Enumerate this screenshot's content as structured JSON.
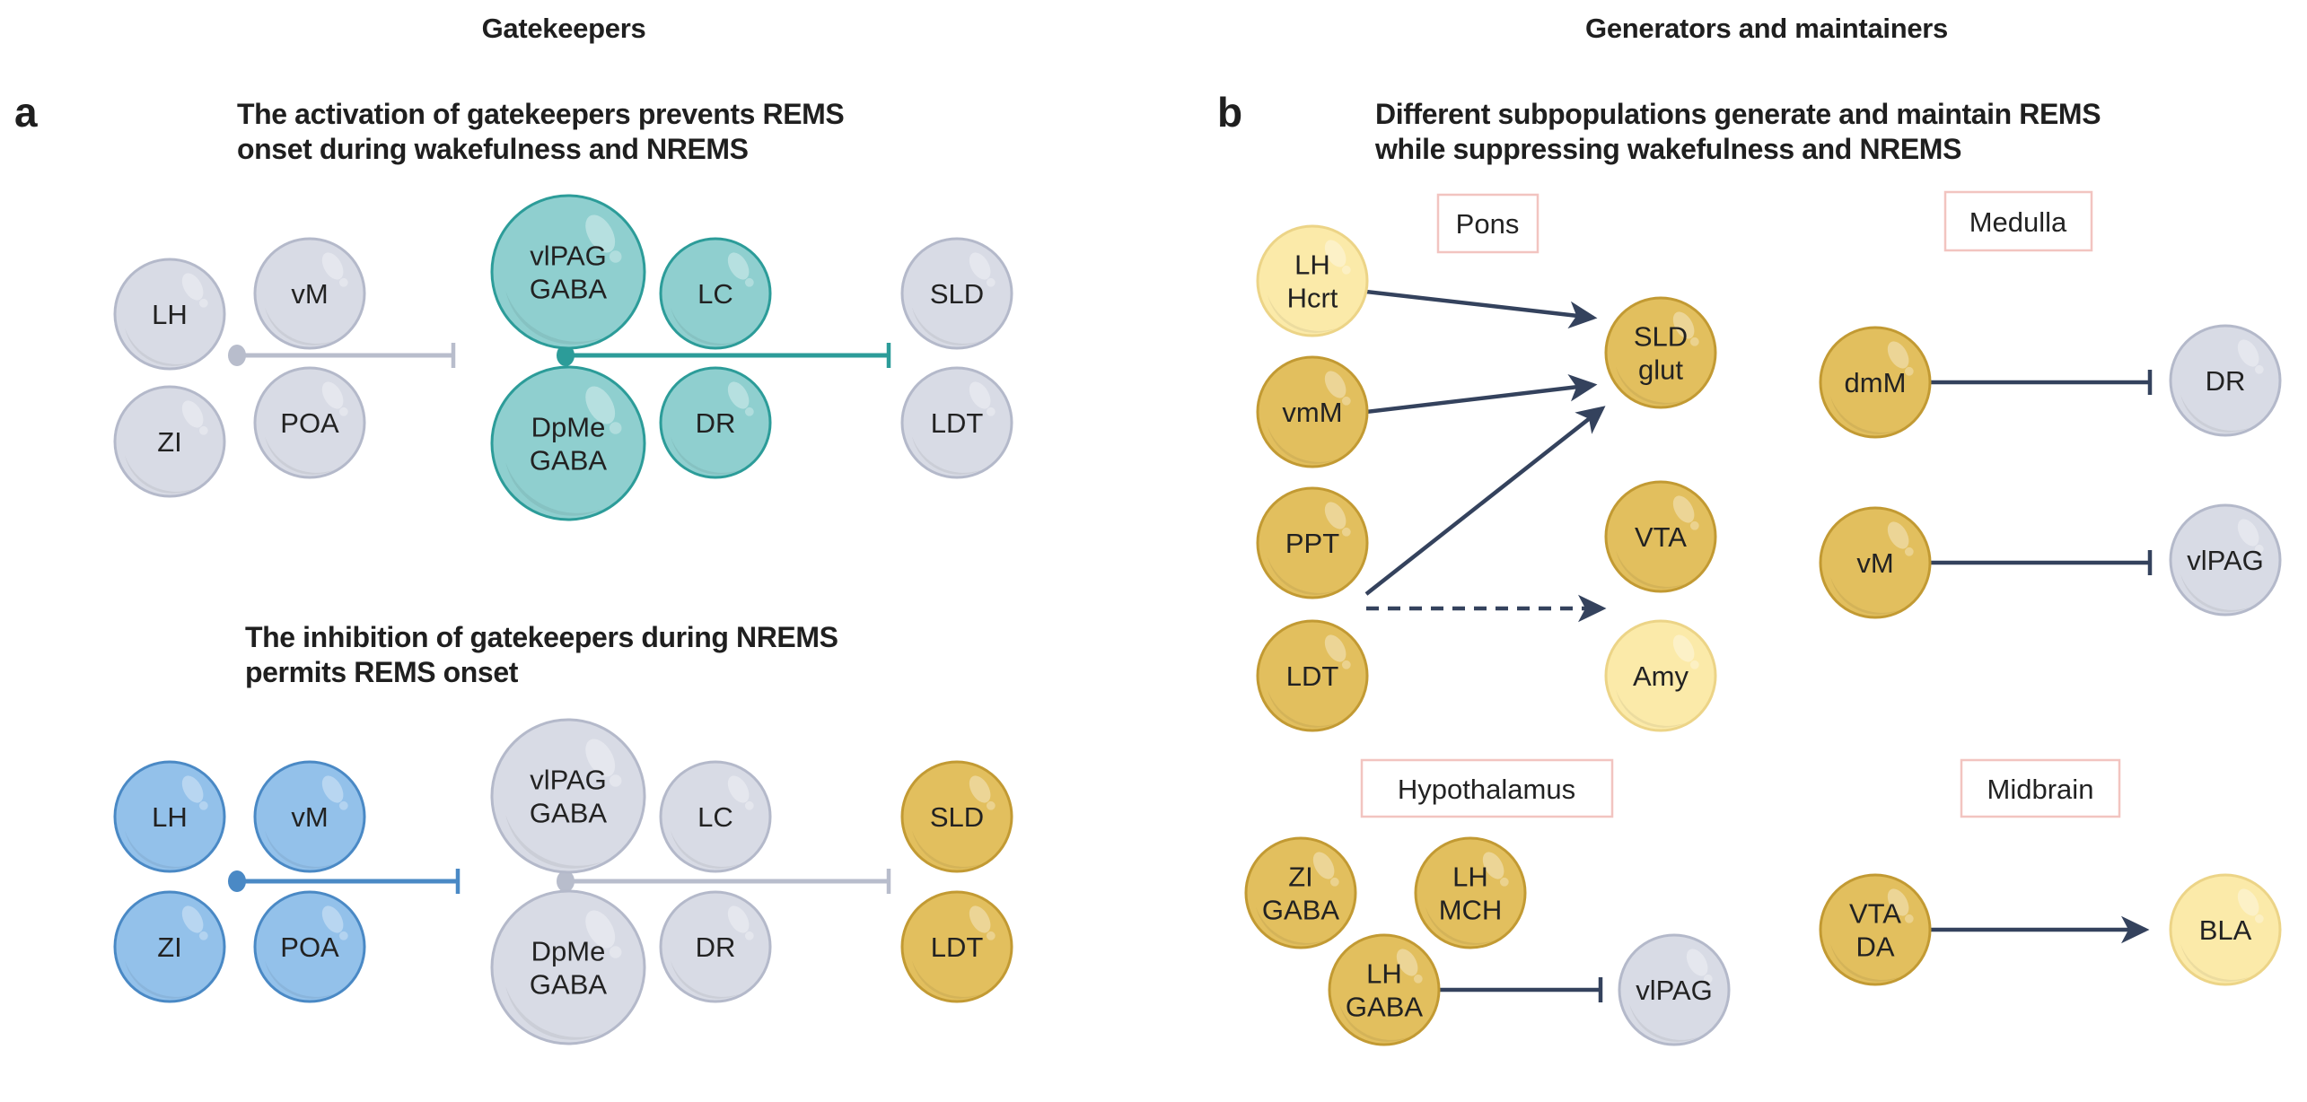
{
  "headers": {
    "left": "Gatekeepers",
    "right": "Generators and maintainers"
  },
  "panel_a": {
    "letter": "a",
    "title_top": [
      "The activation of gatekeepers prevents REMS",
      "onset during wakefulness and NREMS"
    ],
    "title_bottom": [
      "The inhibition of gatekeepers during NREMS",
      "permits REMS onset"
    ]
  },
  "panel_b": {
    "letter": "b",
    "title": [
      "Different subpopulations generate and maintain REMS",
      "while suppressing wakefulness and NREMS"
    ],
    "regions": [
      "Pons",
      "Medulla",
      "Hypothalamus",
      "Midbrain"
    ]
  },
  "colors": {
    "grey": {
      "fill": "#d8dbe5",
      "stroke": "#b4b9ca"
    },
    "teal": {
      "fill": "#8fcfcf",
      "stroke": "#2c9c99"
    },
    "blue": {
      "fill": "#93c1ea",
      "stroke": "#4a89c5"
    },
    "gold": {
      "fill": "#e2bf5e",
      "stroke": "#c29a33"
    },
    "light_yellow": {
      "fill": "#fbeaa9",
      "stroke": "#ecd487"
    },
    "line_dark": "#34425d",
    "region_box": "#f2c4c0"
  },
  "nodes": [
    {
      "id": "a1-LH",
      "label": [
        "LH"
      ],
      "color": "grey"
    },
    {
      "id": "a1-vM",
      "label": [
        "vM"
      ],
      "color": "grey"
    },
    {
      "id": "a1-ZI",
      "label": [
        "ZI"
      ],
      "color": "grey"
    },
    {
      "id": "a1-POA",
      "label": [
        "POA"
      ],
      "color": "grey"
    },
    {
      "id": "a1-vlPAG",
      "label": [
        "vlPAG",
        "GABA"
      ],
      "color": "teal"
    },
    {
      "id": "a1-DpMe",
      "label": [
        "DpMe",
        "GABA"
      ],
      "color": "teal"
    },
    {
      "id": "a1-LC",
      "label": [
        "LC"
      ],
      "color": "teal"
    },
    {
      "id": "a1-DR",
      "label": [
        "DR"
      ],
      "color": "teal"
    },
    {
      "id": "a1-SLD",
      "label": [
        "SLD"
      ],
      "color": "grey"
    },
    {
      "id": "a1-LDT",
      "label": [
        "LDT"
      ],
      "color": "grey"
    },
    {
      "id": "a2-LH",
      "label": [
        "LH"
      ],
      "color": "blue"
    },
    {
      "id": "a2-vM",
      "label": [
        "vM"
      ],
      "color": "blue"
    },
    {
      "id": "a2-ZI",
      "label": [
        "ZI"
      ],
      "color": "blue"
    },
    {
      "id": "a2-POA",
      "label": [
        "POA"
      ],
      "color": "blue"
    },
    {
      "id": "a2-vlPAG",
      "label": [
        "vlPAG",
        "GABA"
      ],
      "color": "grey"
    },
    {
      "id": "a2-DpMe",
      "label": [
        "DpMe",
        "GABA"
      ],
      "color": "grey"
    },
    {
      "id": "a2-LC",
      "label": [
        "LC"
      ],
      "color": "grey"
    },
    {
      "id": "a2-DR",
      "label": [
        "DR"
      ],
      "color": "grey"
    },
    {
      "id": "a2-SLD",
      "label": [
        "SLD"
      ],
      "color": "gold"
    },
    {
      "id": "a2-LDT",
      "label": [
        "LDT"
      ],
      "color": "gold"
    },
    {
      "id": "b-LHHcrt",
      "label": [
        "LH",
        "Hcrt"
      ],
      "color": "light_yellow"
    },
    {
      "id": "b-vmM",
      "label": [
        "vmM"
      ],
      "color": "gold"
    },
    {
      "id": "b-PPT",
      "label": [
        "PPT"
      ],
      "color": "gold"
    },
    {
      "id": "b-LDT",
      "label": [
        "LDT"
      ],
      "color": "gold"
    },
    {
      "id": "b-SLDglut",
      "label": [
        "SLD",
        "glut"
      ],
      "color": "gold"
    },
    {
      "id": "b-VTA",
      "label": [
        "VTA"
      ],
      "color": "gold"
    },
    {
      "id": "b-Amy",
      "label": [
        "Amy"
      ],
      "color": "light_yellow"
    },
    {
      "id": "b-dmM",
      "label": [
        "dmM"
      ],
      "color": "gold"
    },
    {
      "id": "b-DR",
      "label": [
        "DR"
      ],
      "color": "grey"
    },
    {
      "id": "b-vM",
      "label": [
        "vM"
      ],
      "color": "gold"
    },
    {
      "id": "b-vlPAG-med",
      "label": [
        "vlPAG"
      ],
      "color": "grey"
    },
    {
      "id": "b-ZIGABA",
      "label": [
        "ZI",
        "GABA"
      ],
      "color": "gold"
    },
    {
      "id": "b-LHMCH",
      "label": [
        "LH",
        "MCH"
      ],
      "color": "gold"
    },
    {
      "id": "b-LHGABA",
      "label": [
        "LH",
        "GABA"
      ],
      "color": "gold"
    },
    {
      "id": "b-vlPAG-hyp",
      "label": [
        "vlPAG"
      ],
      "color": "grey"
    },
    {
      "id": "b-VTADA",
      "label": [
        "VTA",
        "DA"
      ],
      "color": "gold"
    },
    {
      "id": "b-BLA",
      "label": [
        "BLA"
      ],
      "color": "light_yellow"
    }
  ],
  "connections": [
    {
      "from": "a1-group-left",
      "to": "a1-center",
      "type": "inhibit",
      "color": "grey"
    },
    {
      "from": "a1-center",
      "to": "a1-group-right",
      "type": "inhibit",
      "color": "teal"
    },
    {
      "from": "a2-group-left",
      "to": "a2-center",
      "type": "inhibit",
      "color": "blue"
    },
    {
      "from": "a2-center",
      "to": "a2-group-right",
      "type": "inhibit",
      "color": "grey"
    },
    {
      "from": "b-LHHcrt",
      "to": "b-SLDglut",
      "type": "excite"
    },
    {
      "from": "b-vmM",
      "to": "b-SLDglut",
      "type": "excite"
    },
    {
      "from": "b-PPT/LDT",
      "to": "b-SLDglut",
      "type": "excite"
    },
    {
      "from": "b-PPT/LDT",
      "to": "b-VTA/Amy",
      "type": "excite-dashed"
    },
    {
      "from": "b-dmM",
      "to": "b-DR",
      "type": "inhibit"
    },
    {
      "from": "b-vM",
      "to": "b-vlPAG-med",
      "type": "inhibit"
    },
    {
      "from": "b-LHGABA",
      "to": "b-vlPAG-hyp",
      "type": "inhibit"
    },
    {
      "from": "b-VTADA",
      "to": "b-BLA",
      "type": "excite"
    }
  ]
}
